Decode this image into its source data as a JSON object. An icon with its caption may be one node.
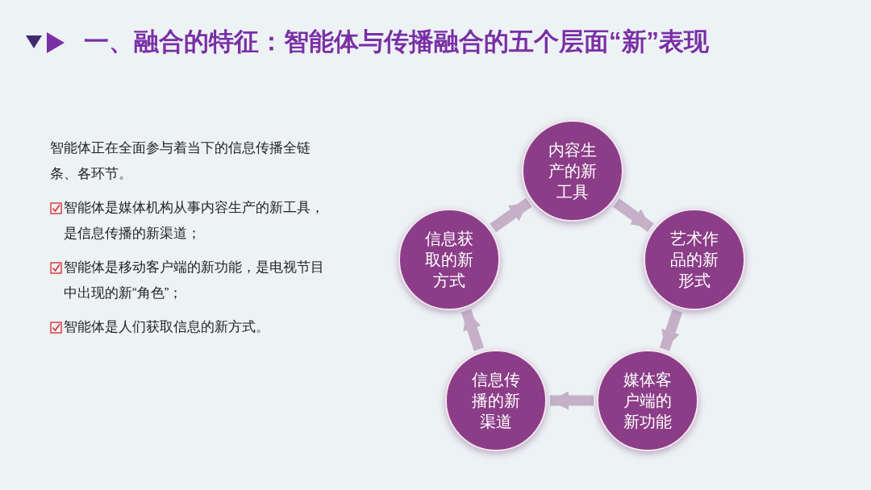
{
  "diagram": {
    "title": "一、融合的特征：智能体与传播融合的五个层面“新”表现",
    "nodes": [
      {
        "text": [
          "内容生产的新工具"
        ]
      },
      {
        "text": [
          "艺术作品的新形式"
        ]
      },
      {
        "text": [
          "媒体客户端的新功能"
        ]
      },
      {
        "text": [
          "信息传播的新渠道"
        ]
      },
      {
        "text": [
          "信息获取的新方式"
        ]
      }
    ],
    "edges": [
      {
        "from": 0,
        "to": 1,
        "arrow": "to"
      },
      {
        "from": 1,
        "to": 2,
        "arrow": "to"
      },
      {
        "from": 2,
        "to": 3,
        "arrow": "to"
      },
      {
        "from": 3,
        "to": 4,
        "arrow": "to"
      },
      {
        "from": 4,
        "to": 0,
        "arrow": "to"
      }
    ],
    "labels": [
      "智能体正在全面参与着当下的信息传播全链条、各环节。",
      "智能体是媒体机构从事内容生产的新工具，是信息传播的新渠道；",
      "智能体是移动客户端的新功能，是电视节目中出现的新“角色”；",
      "智能体是人们获取信息的新方式。"
    ]
  }
}
